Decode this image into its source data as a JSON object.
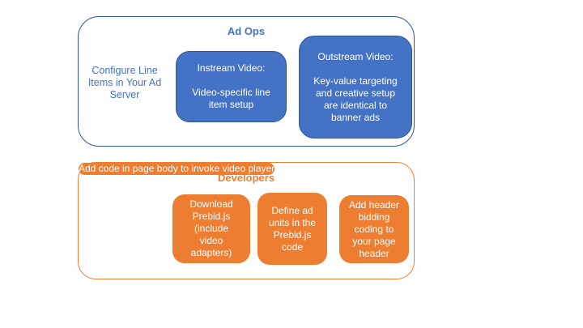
{
  "colors": {
    "blue_fill": "#4472C4",
    "blue_border": "#2F5597",
    "blue_text": "#4472C4",
    "orange": "#ED7D31",
    "box_text": "#FFFFFF",
    "background": "#FFFFFF"
  },
  "ad_ops": {
    "title": "Ad Ops",
    "side_note": "Configure Line Items in Your Ad Server",
    "boxes": [
      {
        "title": "Instream Video:",
        "body": "Video-specific line item setup"
      },
      {
        "title": "Outstream Video:",
        "body": "Key-value targeting and creative setup are identical to banner ads"
      }
    ]
  },
  "developers": {
    "title": "Developers",
    "boxes": [
      {
        "label": "Download Prebid.js (include video adapters)"
      },
      {
        "label": "Define ad units in the Prebid.js code"
      },
      {
        "label": "Add header bidding coding to your page header"
      },
      {
        "label": "Add code in page body to invoke video player"
      }
    ]
  }
}
